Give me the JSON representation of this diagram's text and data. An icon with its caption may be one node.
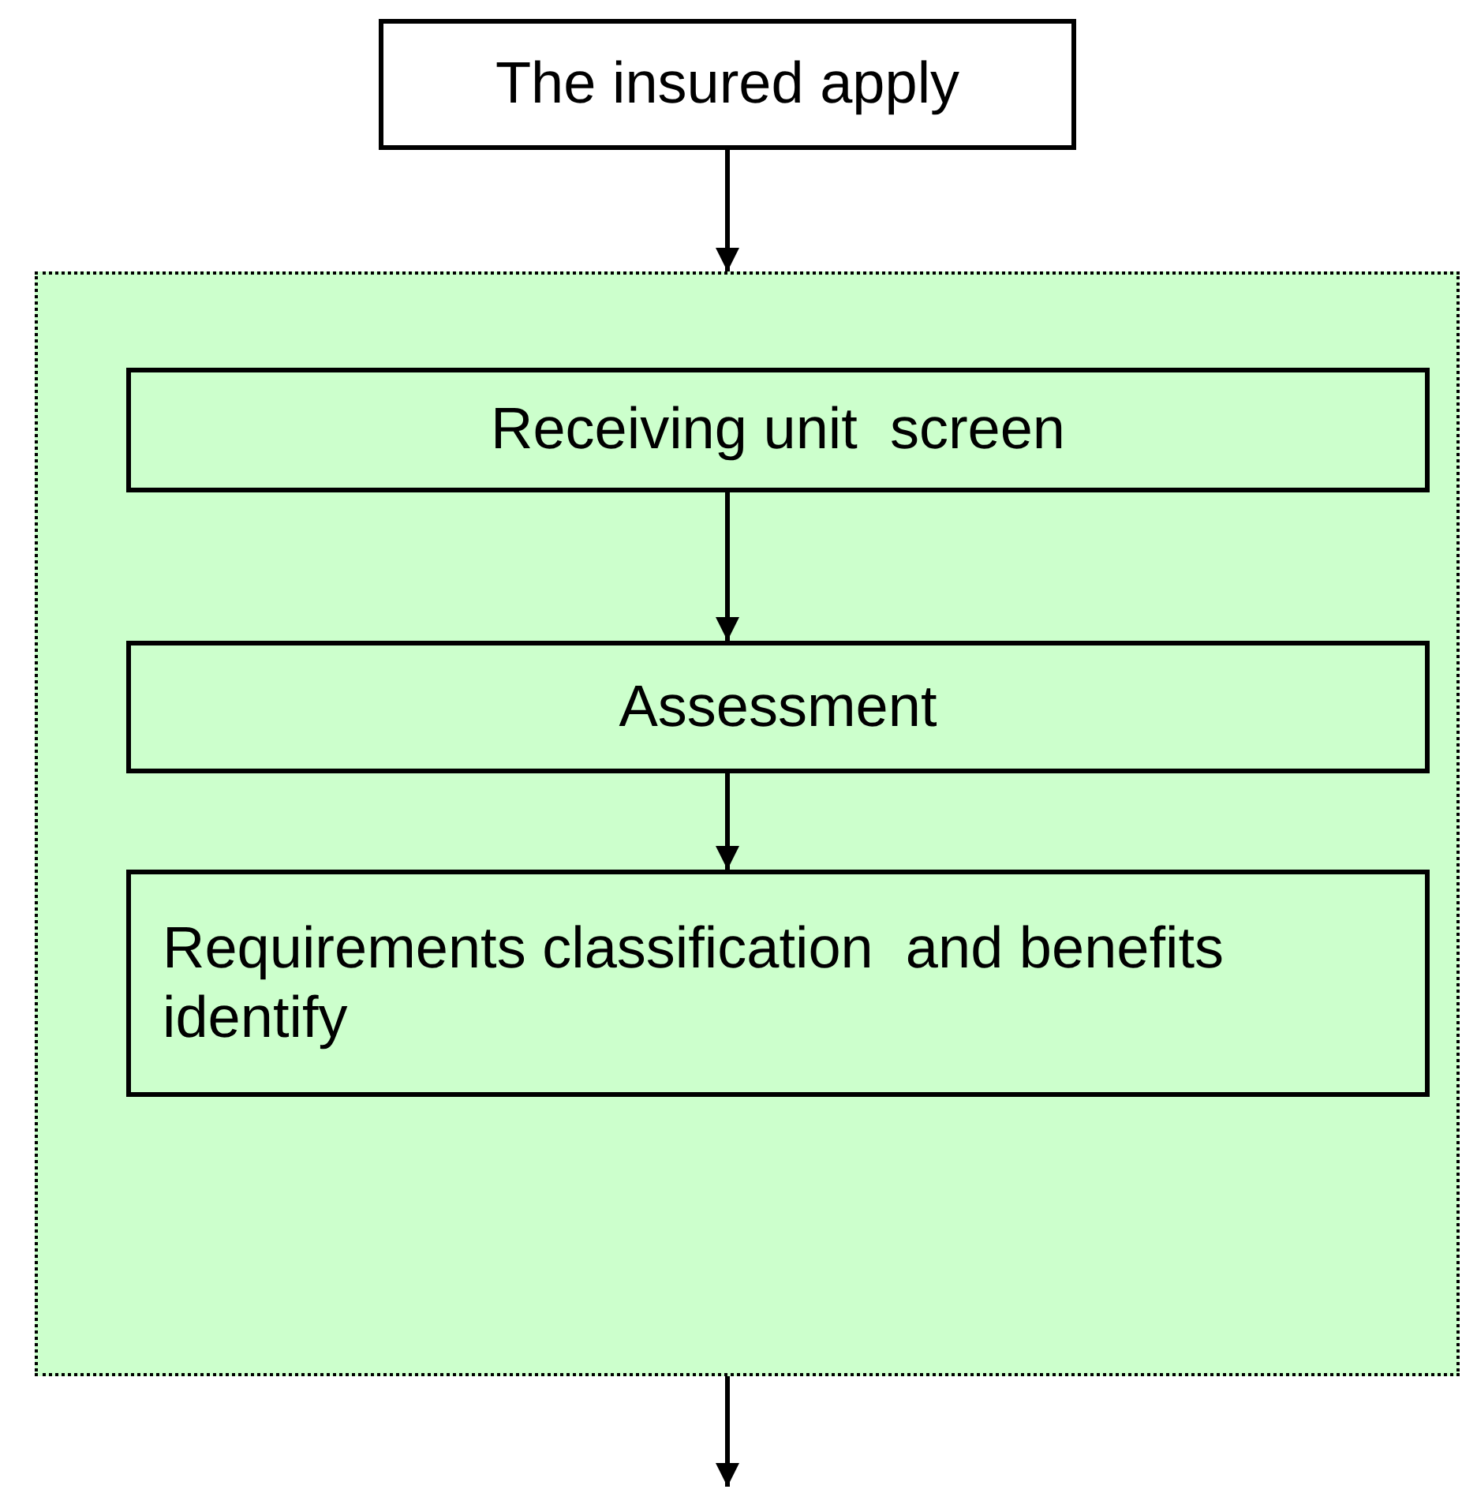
{
  "diagram": {
    "nodes": [
      {
        "text": [
          "The insured apply"
        ]
      },
      {
        "text": [],
        "shape": "box"
      },
      {
        "text": [
          "Receiving unit  screen"
        ],
        "in": 1
      },
      {
        "text": [
          "Assessment"
        ],
        "in": 1
      },
      {
        "text": [
          "Requirements classification  and benefits identify"
        ],
        "in": 1
      }
    ],
    "edges": [
      {
        "from": 0,
        "to": 1,
        "arrow": "to"
      },
      {
        "from": 2,
        "to": 3,
        "arrow": "to"
      },
      {
        "from": 3,
        "to": 4,
        "arrow": "to"
      },
      {
        "from": 1,
        "to": null,
        "arrow": "to"
      }
    ]
  }
}
